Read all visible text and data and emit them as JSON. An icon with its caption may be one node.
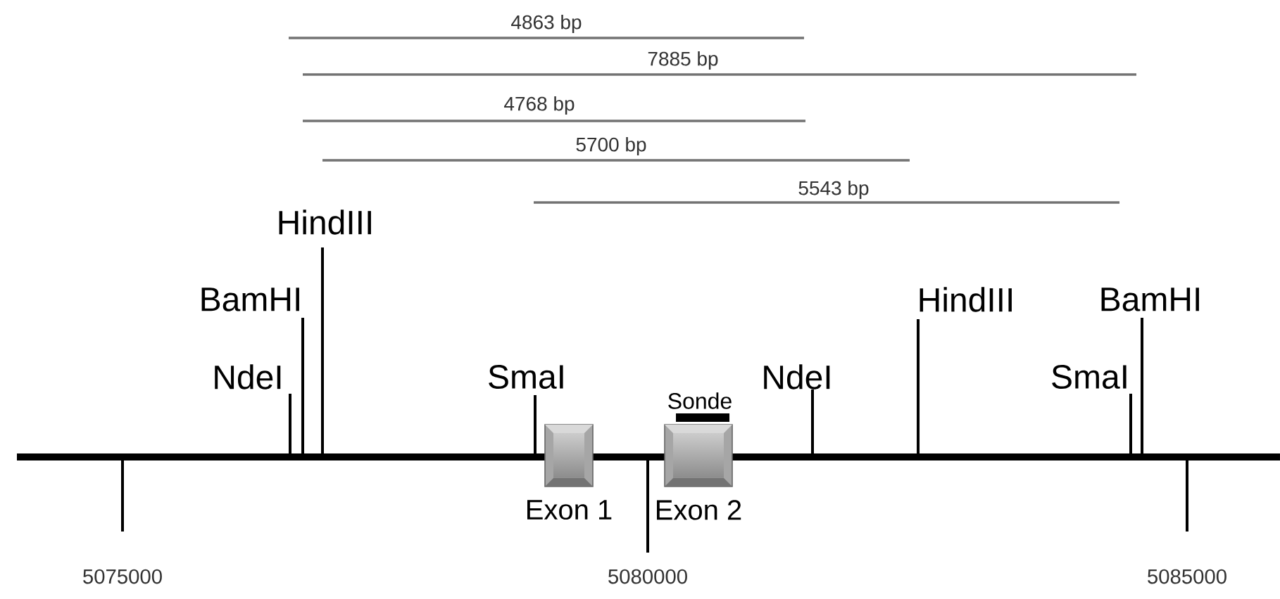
{
  "diagram": {
    "nodes": [
      {
        "text": [
          "Exon 1"
        ]
      },
      {
        "text": [
          "Exon 2"
        ]
      }
    ],
    "labels": [
      "4863 bp",
      "7885 bp",
      "4768 bp",
      "5700 bp",
      "5543 bp",
      "HindIII",
      "BamHI",
      "HindIII",
      "BamHI",
      "NdeI",
      "SmaI",
      "NdeI",
      "SmaI",
      "Sonde",
      "5075000",
      "5080000",
      "5085000"
    ]
  }
}
